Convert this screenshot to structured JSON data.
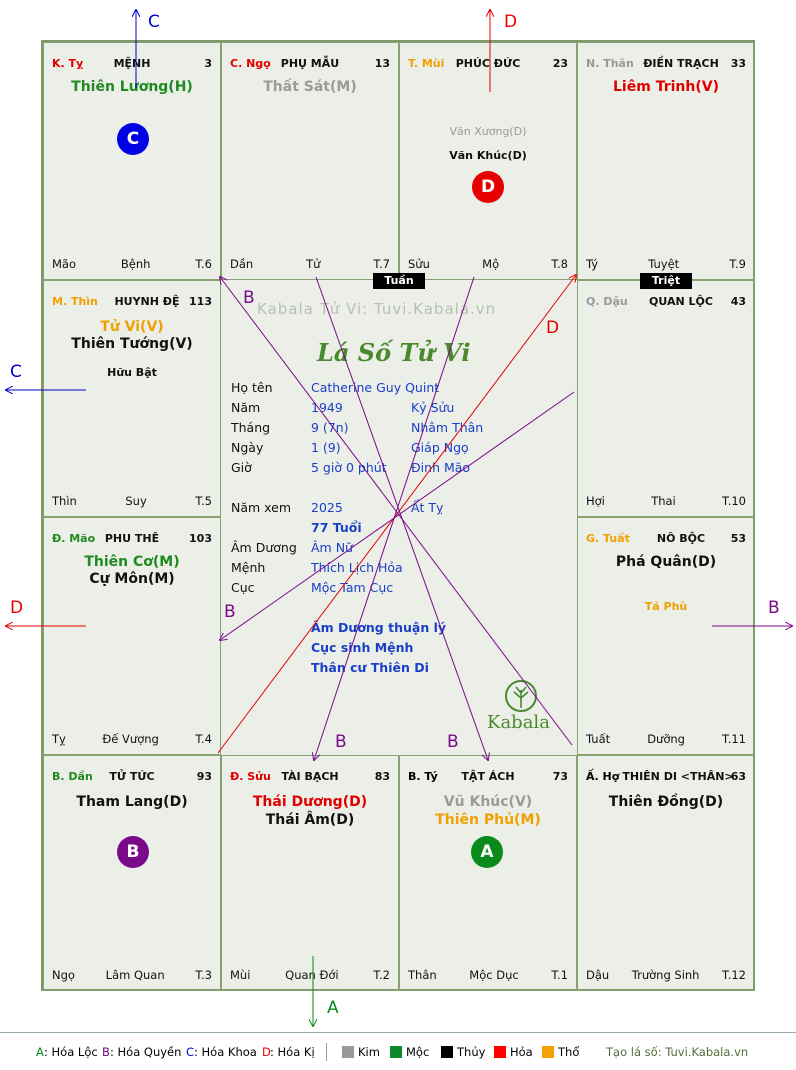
{
  "cells": [
    {
      "id": "k-ty",
      "chi": "K. Tỵ",
      "chi_color": "#e00000",
      "palace": "MỆNH",
      "num": "3",
      "left_footer": "Mão",
      "mid_footer": "Bệnh",
      "right_footer": "T.6",
      "stars": [
        {
          "text": "Thiên Lương(H)",
          "color": "c-green",
          "size": "big"
        }
      ]
    },
    {
      "id": "c-ngo",
      "chi": "C. Ngọ",
      "chi_color": "#e00000",
      "palace": "PHỤ MẪU",
      "num": "13",
      "left_footer": "Dần",
      "mid_footer": "Tử",
      "right_footer": "T.7",
      "stars": [
        {
          "text": "Thất Sát(M)",
          "color": "c-gray",
          "size": "big"
        }
      ]
    },
    {
      "id": "t-mui",
      "chi": "T. Mùi",
      "chi_color": "#f0a000",
      "palace": "PHÚC ĐỨC",
      "num": "23",
      "left_footer": "Sửu",
      "mid_footer": "Mộ",
      "right_footer": "T.8",
      "stars": [
        {
          "text": "Văn Xương(D)",
          "color": "c-gray",
          "size": "small"
        },
        {
          "text": "Văn Khúc(D)",
          "color": "c-black",
          "size": "small"
        }
      ]
    },
    {
      "id": "n-than",
      "chi": "N. Thân",
      "chi_color": "#9a9a9a",
      "palace": "ĐIỀN TRẠCH",
      "num": "33",
      "left_footer": "Tý",
      "mid_footer": "Tuyệt",
      "right_footer": "T.9",
      "stars": [
        {
          "text": "Liêm Trinh(V)",
          "color": "c-red",
          "size": "big"
        }
      ]
    },
    {
      "id": "q-dau",
      "chi": "Q. Dậu",
      "chi_color": "#9a9a9a",
      "palace": "QUAN LỘC",
      "num": "43",
      "left_footer": "Hợi",
      "mid_footer": "Thai",
      "right_footer": "T.10",
      "stars": []
    },
    {
      "id": "g-tuat",
      "chi": "G. Tuất",
      "chi_color": "#f0a000",
      "palace": "NÔ BỘC",
      "num": "53",
      "left_footer": "Tuất",
      "mid_footer": "Dưỡng",
      "right_footer": "T.11",
      "stars": [
        {
          "text": "Phá Quân(D)",
          "color": "c-black",
          "size": "big"
        },
        {
          "text": "Tả Phù",
          "color": "c-orange",
          "size": "small"
        }
      ]
    },
    {
      "id": "a-hoi",
      "chi": "Ấ. Hợ",
      "chi_color": "#111111",
      "palace": "THIÊN DI <THÂN>",
      "num": "63",
      "left_footer": "Dậu",
      "mid_footer": "Trường Sinh",
      "right_footer": "T.12",
      "stars": [
        {
          "text": "Thiên Đồng(D)",
          "color": "c-black",
          "size": "big"
        }
      ]
    },
    {
      "id": "b-ty",
      "chi": "B. Tý",
      "chi_color": "#111111",
      "palace": "TẬT ÁCH",
      "num": "73",
      "left_footer": "Thân",
      "mid_footer": "Mộc Dục",
      "right_footer": "T.1",
      "stars": [
        {
          "text": "Vũ Khúc(V)",
          "color": "c-gray",
          "size": "big"
        },
        {
          "text": "Thiên Phủ(M)",
          "color": "c-orange",
          "size": "big"
        }
      ]
    },
    {
      "id": "d-suu",
      "chi": "Đ. Sửu",
      "chi_color": "#e00000",
      "palace": "TÀI BẠCH",
      "num": "83",
      "left_footer": "Mùi",
      "mid_footer": "Quan Đới",
      "right_footer": "T.2",
      "stars": [
        {
          "text": "Thái Dương(D)",
          "color": "c-red",
          "size": "big"
        },
        {
          "text": "Thái Âm(D)",
          "color": "c-black",
          "size": "big"
        }
      ]
    },
    {
      "id": "b-dan",
      "chi": "B. Dần",
      "chi_color": "#1f8a1f",
      "palace": "TỬ TỨC",
      "num": "93",
      "left_footer": "Ngọ",
      "mid_footer": "Lâm Quan",
      "right_footer": "T.3",
      "stars": [
        {
          "text": "Tham Lang(D)",
          "color": "c-black",
          "size": "big"
        }
      ]
    },
    {
      "id": "d-mao",
      "chi": "Đ. Mão",
      "chi_color": "#1f8a1f",
      "palace": "PHU THÊ",
      "num": "103",
      "left_footer": "Tỵ",
      "mid_footer": "Đế Vượng",
      "right_footer": "T.4",
      "stars": [
        {
          "text": "Thiên Cơ(M)",
          "color": "c-green",
          "size": "big"
        },
        {
          "text": "Cự Môn(M)",
          "color": "c-black",
          "size": "big"
        }
      ]
    },
    {
      "id": "m-thin",
      "chi": "M. Thìn",
      "chi_color": "#f0a000",
      "palace": "HUYNH ĐỆ",
      "num": "113",
      "left_footer": "Thìn",
      "mid_footer": "Suy",
      "right_footer": "T.5",
      "stars": [
        {
          "text": "Tử Vi(V)",
          "color": "c-orange",
          "size": "big"
        },
        {
          "text": "Thiên Tướng(V)",
          "color": "c-black",
          "size": "big"
        },
        {
          "text": "Hữu Bật",
          "color": "c-black",
          "size": "small"
        }
      ]
    }
  ],
  "markers": {
    "tuan": "Tuần",
    "triet": "Triệt"
  },
  "watermark": "Kabala Tử Vi: Tuvi.Kabala.vn",
  "center_title": "Lá Số Tử Vi",
  "kabala_logo": "Kabala",
  "info": {
    "ho_ten_label": "Họ tên",
    "ho_ten": "Catherine Guy Quint",
    "nam_label": "Năm",
    "nam": "1949",
    "nam_can_chi": "Kỷ Sửu",
    "thang_label": "Tháng",
    "thang": "9  (7n)",
    "thang_can_chi": "Nhâm Thân",
    "ngay_label": "Ngày",
    "ngay": "1  (9)",
    "ngay_can_chi": "Giáp Ngọ",
    "gio_label": "Giờ",
    "gio": "5 giờ 0 phút",
    "gio_can_chi": "Đinh Mão",
    "nam_xem_label": "Năm xem",
    "nam_xem": "2025",
    "nam_xem_can_chi": "Ất Tỵ",
    "tuoi": "77 Tuổi",
    "am_duong_label": "Âm Dương",
    "am_duong": "Âm Nữ",
    "menh_label": "Mệnh",
    "menh": "Thích Lịch Hỏa",
    "cuc_label": "Cục",
    "cuc": "Mộc Tam Cục",
    "note1": "Âm Dương thuận lý",
    "note2": "Cục sinh Mệnh",
    "note3": "Thân cư Thiên Di"
  },
  "hoa_dots": [
    {
      "letter": "C",
      "color": "#0000e6"
    },
    {
      "letter": "D",
      "color": "#e60000"
    },
    {
      "letter": "B",
      "color": "#7a0a8a"
    },
    {
      "letter": "A",
      "color": "#0a8a1a"
    }
  ],
  "arrow_labels": {
    "top_c": "C",
    "top_d": "D",
    "left_c": "C",
    "left_d": "D",
    "right_b": "B",
    "bottom_a": "A",
    "line_b1": "B",
    "line_b2": "B",
    "line_b3": "B",
    "line_b4": "B",
    "line_d": "D"
  },
  "legend": {
    "hoa_loc_key": "A",
    "hoa_loc": ": Hóa Lộc",
    "hoa_quyen_key": "B",
    "hoa_quyen": ": Hóa Quyền",
    "hoa_khoa_key": "C",
    "hoa_khoa": ": Hóa Khoa",
    "hoa_ki_key": "D",
    "hoa_ki": ": Hóa Kị",
    "kim": "Kim",
    "moc": "Mộc",
    "thuy": "Thủy",
    "hoa": "Hỏa",
    "tho": "Thổ",
    "kim_color": "#999999",
    "moc_color": "#0a8a2a",
    "thuy_color": "#000000",
    "hoa_color": "#ff0000",
    "tho_color": "#f5a000",
    "site": "Tạo lá số: Tuvi.Kabala.vn"
  }
}
